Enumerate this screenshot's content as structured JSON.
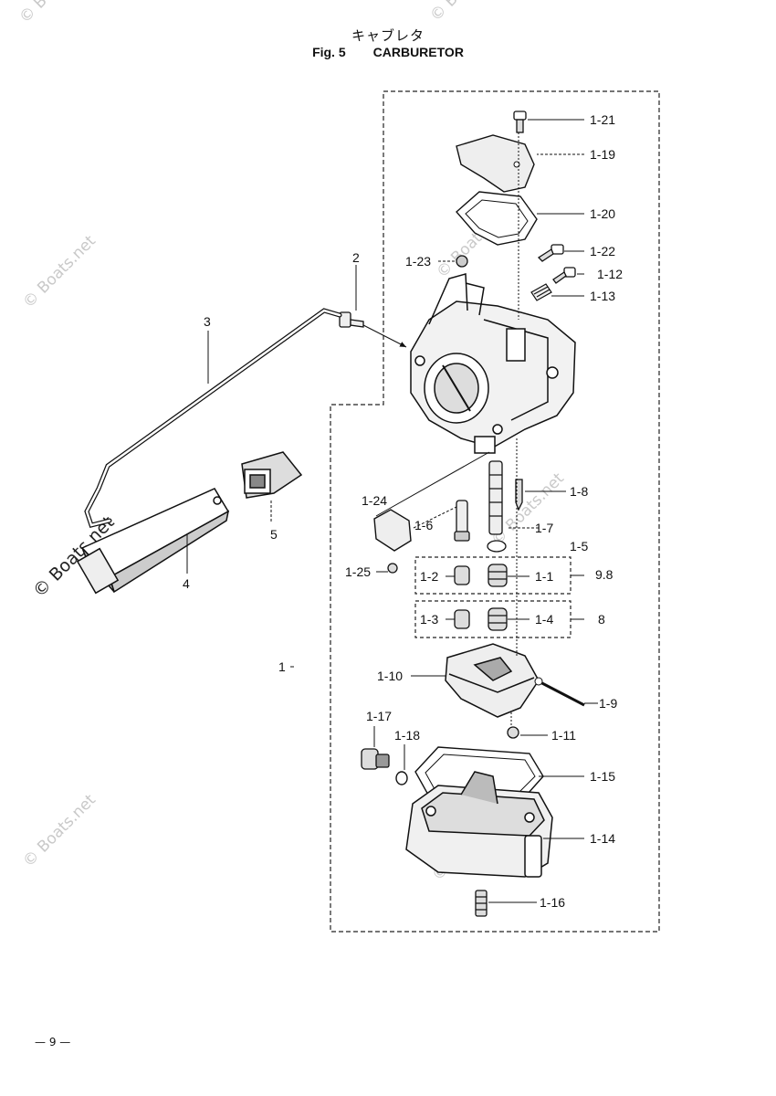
{
  "header": {
    "title_jp": "キャブレタ",
    "figure": "Fig. 5",
    "title_en": "CARBURETOR"
  },
  "watermark": "© Boats.net",
  "page_number": "— 9 —",
  "parts": [
    {
      "key": "l121",
      "text": "1-21"
    },
    {
      "key": "l119",
      "text": "1-19"
    },
    {
      "key": "l120",
      "text": "1-20"
    },
    {
      "key": "l123",
      "text": "1-23"
    },
    {
      "key": "l122",
      "text": "1-22"
    },
    {
      "key": "l112",
      "text": "1-12"
    },
    {
      "key": "l113",
      "text": "1-13"
    },
    {
      "key": "l2",
      "text": "2"
    },
    {
      "key": "l3",
      "text": "3"
    },
    {
      "key": "l18",
      "text": "1-8"
    },
    {
      "key": "l124",
      "text": "1-24"
    },
    {
      "key": "l16",
      "text": "1-6"
    },
    {
      "key": "l17",
      "text": "1-7"
    },
    {
      "key": "l15",
      "text": "1-5"
    },
    {
      "key": "l5",
      "text": "5"
    },
    {
      "key": "l4",
      "text": "4"
    },
    {
      "key": "l125",
      "text": "1-25"
    },
    {
      "key": "l12",
      "text": "1-2"
    },
    {
      "key": "l11",
      "text": "1-1"
    },
    {
      "key": "l98",
      "text": "9.8"
    },
    {
      "key": "l13",
      "text": "1-3"
    },
    {
      "key": "l14",
      "text": "1-4"
    },
    {
      "key": "l8",
      "text": "8"
    },
    {
      "key": "l1",
      "text": "1"
    },
    {
      "key": "l110",
      "text": "1-10"
    },
    {
      "key": "l19",
      "text": "1-9"
    },
    {
      "key": "l117",
      "text": "1-17"
    },
    {
      "key": "l118",
      "text": "1-18"
    },
    {
      "key": "l111",
      "text": "1-11"
    },
    {
      "key": "l115",
      "text": "1-15"
    },
    {
      "key": "l114",
      "text": "1-14"
    },
    {
      "key": "l116",
      "text": "1-16"
    }
  ]
}
